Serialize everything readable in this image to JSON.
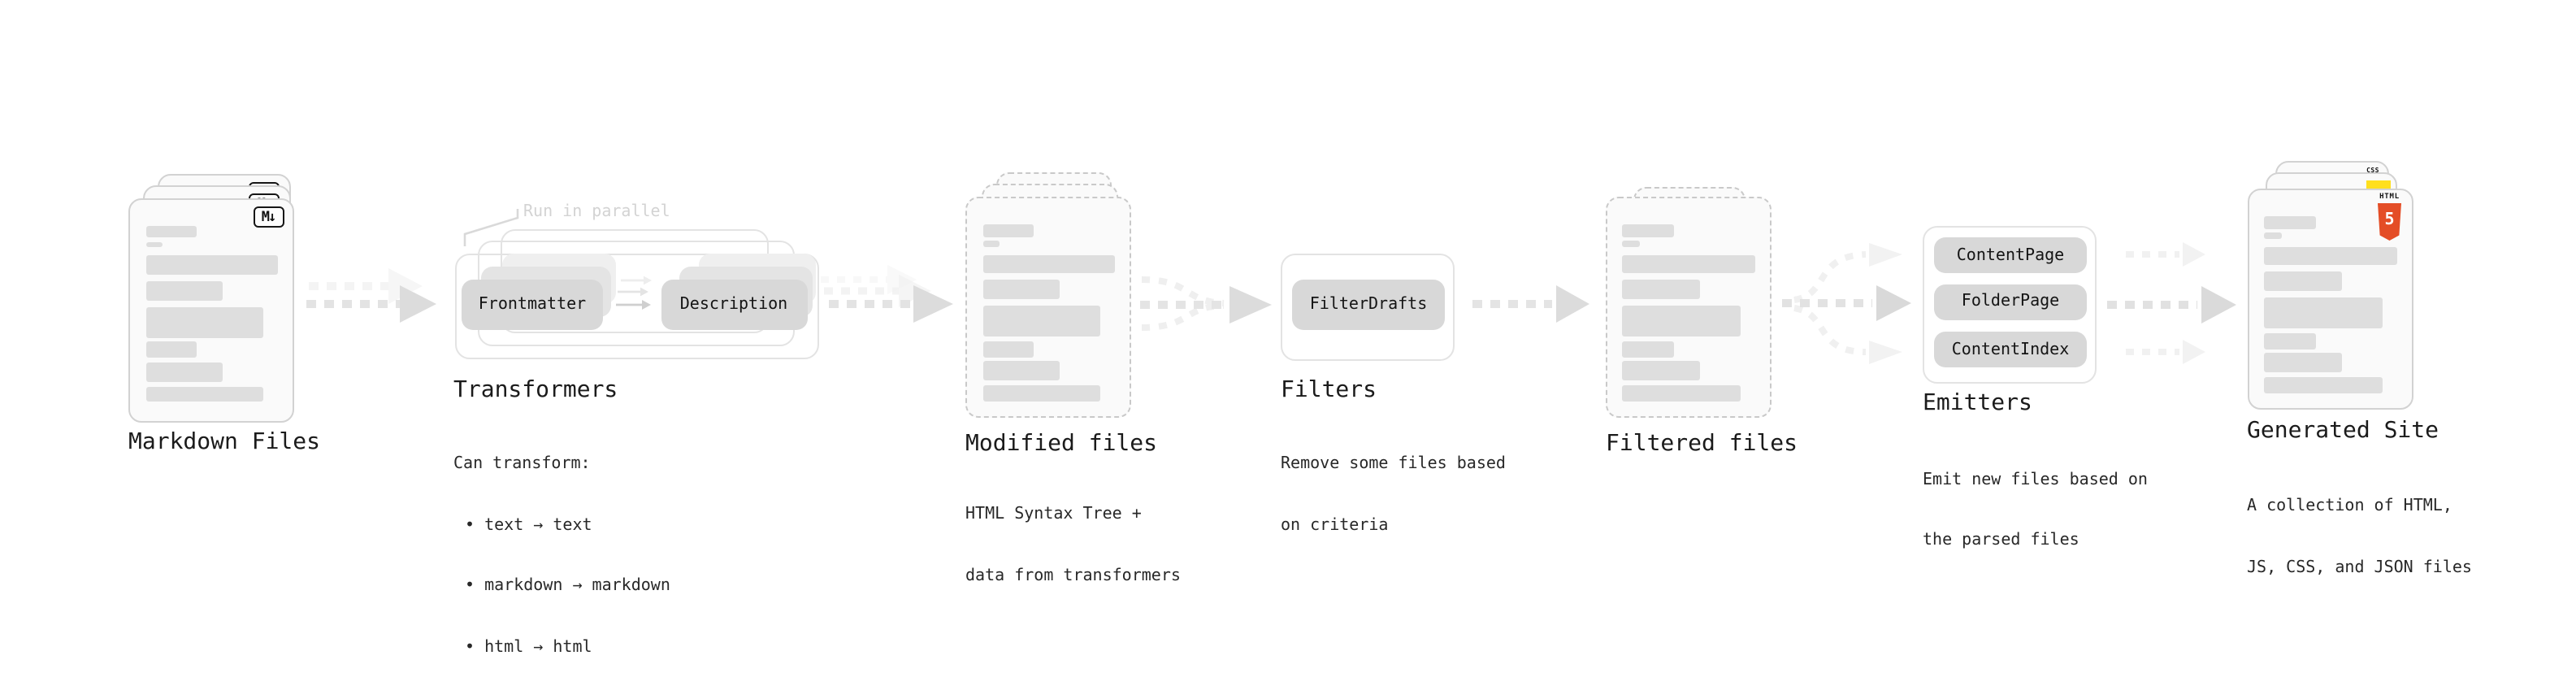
{
  "diagram": {
    "background": "#ffffff",
    "annotation": "Run in parallel",
    "badges": {
      "markdown": "M↓",
      "html_word": "HTML",
      "html_number": "5",
      "css_word": "CSS"
    },
    "accent_colors": {
      "html5_orange": "#e44d26",
      "js_yellow": "#ffdf1e",
      "css_blue": "#2e6be5",
      "badge_ink": "#161616"
    },
    "stages": [
      {
        "id": "markdown-files",
        "title": "Markdown Files"
      },
      {
        "id": "transformers",
        "title": "Transformers",
        "pills": {
          "frontmatter": "Frontmatter",
          "description": "Description"
        },
        "description_lines": [
          "Can transform:",
          "• text → text",
          "• markdown → markdown",
          "• html → html"
        ]
      },
      {
        "id": "modified-files",
        "title": "Modified files",
        "description_lines": [
          "HTML Syntax Tree +",
          "data from transformers"
        ]
      },
      {
        "id": "filters",
        "title": "Filters",
        "pills": {
          "filter_drafts": "FilterDrafts"
        },
        "description_lines": [
          "Remove some files based",
          "on criteria"
        ]
      },
      {
        "id": "filtered-files",
        "title": "Filtered files"
      },
      {
        "id": "emitters",
        "title": "Emitters",
        "pills": {
          "content_page": "ContentPage",
          "folder_page": "FolderPage",
          "content_index": "ContentIndex"
        },
        "description_lines": [
          "Emit new files based on",
          "the parsed files"
        ]
      },
      {
        "id": "generated-site",
        "title": "Generated Site",
        "description_lines": [
          "A collection of HTML,",
          "JS, CSS, and JSON files"
        ]
      }
    ]
  }
}
